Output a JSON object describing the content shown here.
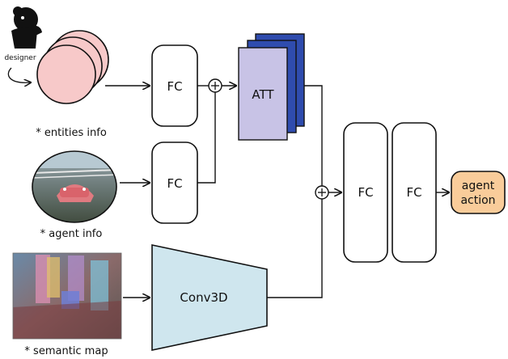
{
  "designer_label": "designer",
  "inputs": {
    "entities_label": "* entities info",
    "agent_label": "* agent info",
    "semantic_label": "* semantic map"
  },
  "blocks": {
    "fc_entities": "FC",
    "fc_agent": "FC",
    "att": "ATT",
    "conv3d": "Conv3D",
    "fc_merge_1": "FC",
    "fc_merge_2": "FC",
    "output_line1": "agent",
    "output_line2": "action"
  },
  "colors": {
    "entities_fill": "#f7c9c9",
    "att_front": "#c8c3e6",
    "att_back": "#2f4cae",
    "conv3d_fill": "#cfe6ee",
    "output_fill": "#f9cc9a",
    "stroke": "#111111"
  }
}
